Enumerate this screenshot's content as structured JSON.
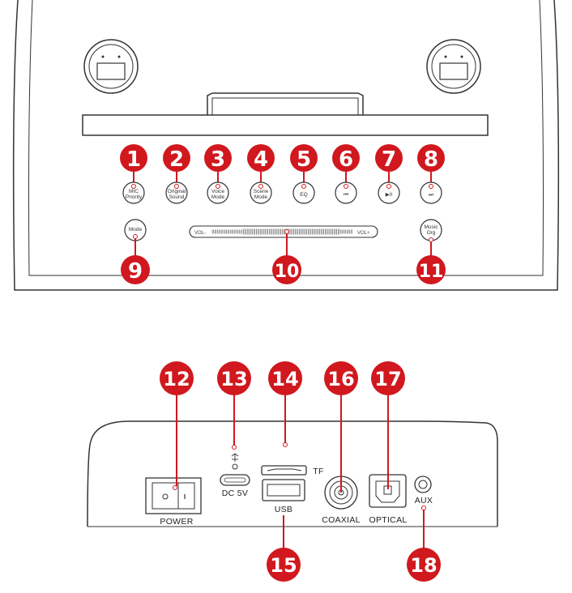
{
  "top_panel": {
    "buttons": [
      {
        "badge": "1",
        "line1": "MIC",
        "line2": "Priority"
      },
      {
        "badge": "2",
        "line1": "Original",
        "line2": "Sound"
      },
      {
        "badge": "3",
        "line1": "Voice",
        "line2": "Mode"
      },
      {
        "badge": "4",
        "line1": "Scene",
        "line2": "Mode"
      },
      {
        "badge": "5",
        "line1": "EQ",
        "line2": ""
      },
      {
        "badge": "6",
        "line1": "⏮",
        "line2": ""
      },
      {
        "badge": "7",
        "line1": "▶II",
        "line2": ""
      },
      {
        "badge": "8",
        "line1": "⏭",
        "line2": ""
      }
    ],
    "mode_button": {
      "badge": "9",
      "label": "Mode"
    },
    "volume": {
      "badge": "10",
      "left_label": "VOL-",
      "right_label": "VOL+"
    },
    "music_button": {
      "badge": "11",
      "line1": "Music",
      "line2": "Org"
    }
  },
  "back_panel": {
    "power": {
      "badge": "12",
      "label": "POWER"
    },
    "dc": {
      "badge": "13",
      "label": "DC 5V"
    },
    "tf": {
      "badge": "14",
      "label": "TF"
    },
    "usb": {
      "badge": "15",
      "label": "USB"
    },
    "coaxial": {
      "badge": "16",
      "label": "COAXIAL"
    },
    "optical": {
      "badge": "17",
      "label": "OPTICAL"
    },
    "aux": {
      "badge": "18",
      "label": "AUX"
    }
  },
  "colors": {
    "badge": "#d0181e",
    "line": "#333333",
    "indicator": "#d0181e"
  }
}
